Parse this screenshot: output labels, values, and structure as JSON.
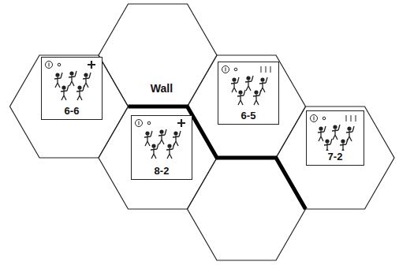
{
  "diagram": {
    "nodes": [
      {
        "text": [
          "6-6"
        ]
      },
      {
        "text": [
          "6-5"
        ]
      },
      {
        "text": [
          "8-2"
        ]
      },
      {
        "text": [
          "7-2"
        ]
      }
    ],
    "labels": [
      "Wall"
    ]
  }
}
